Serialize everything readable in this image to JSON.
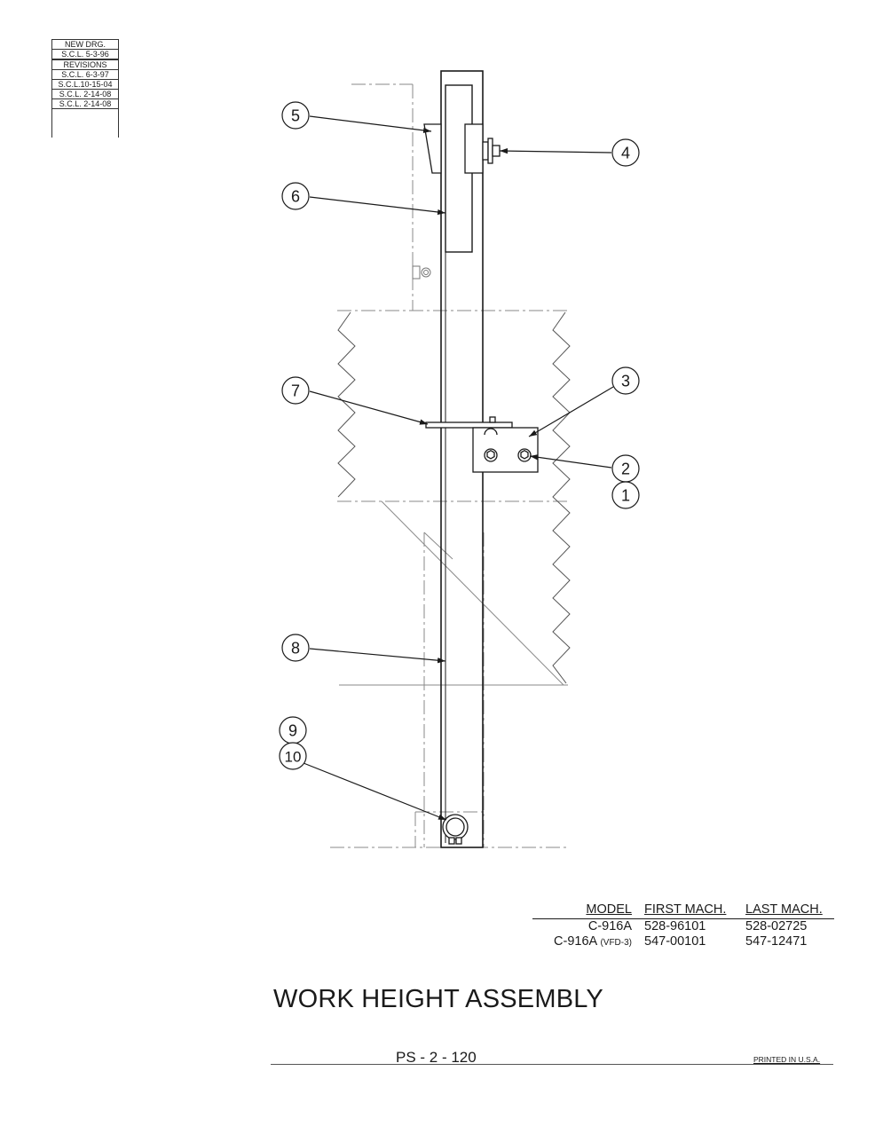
{
  "revisions": {
    "new_drawing_label": "NEW DRG.",
    "new_drawing_entry": "S.C.L. 5-3-96",
    "header": "REVISIONS",
    "entries": [
      "S.C.L. 6-3-97",
      "S.C.L.10-15-04",
      "S.C.L. 2-14-08",
      "S.C.L. 2-14-08"
    ]
  },
  "callouts": [
    "1",
    "2",
    "3",
    "4",
    "5",
    "6",
    "7",
    "8",
    "9",
    "10"
  ],
  "model_table": {
    "headers": [
      "MODEL",
      "FIRST MACH.",
      "LAST MACH."
    ],
    "rows": [
      {
        "model": "C-916A",
        "model_suffix": "",
        "first": "528-96101",
        "last": "528-02725"
      },
      {
        "model": "C-916A",
        "model_suffix": "(VFD-3)",
        "first": "547-00101",
        "last": "547-12471"
      }
    ]
  },
  "title": "WORK HEIGHT ASSEMBLY",
  "page_number": "PS - 2 - 120",
  "printed": "PRINTED IN U.S.A.",
  "colors": {
    "ink": "#1a1a1a",
    "phantom": "#8a8a8a"
  }
}
